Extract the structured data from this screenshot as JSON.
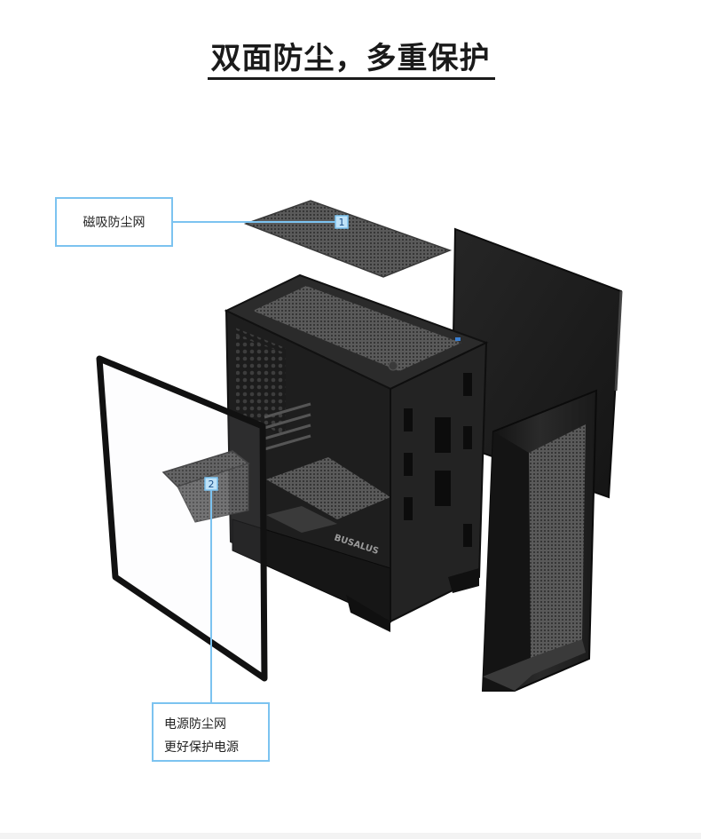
{
  "headline": "双面防尘，多重保护",
  "callouts": [
    {
      "number": "1",
      "lines": [
        "磁吸防尘网"
      ]
    },
    {
      "number": "2",
      "lines": [
        "电源防尘网",
        "更好保护电源"
      ]
    }
  ],
  "case_brand": "BUSALUS",
  "colors": {
    "accent": "#7cc3f0",
    "text": "#1a1a1a",
    "chassis": "#1c1c1c"
  }
}
